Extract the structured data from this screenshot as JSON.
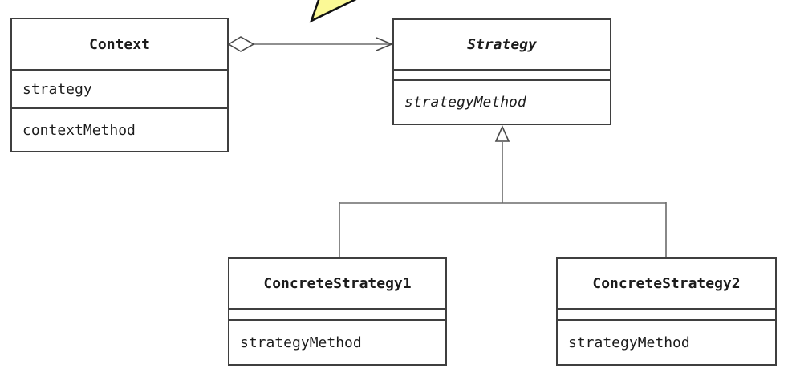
{
  "colors": {
    "background": "#ffffff",
    "box_border": "#3f3f3f",
    "connector": "#6b6b6b",
    "text": "#1c1c1c",
    "callout_fill": "#fbf996",
    "callout_border": "#111111"
  },
  "classes": {
    "context": {
      "name": "Context",
      "abstract": false,
      "attributes": [
        "strategy"
      ],
      "methods": [
        "contextMethod"
      ]
    },
    "strategy": {
      "name": "Strategy",
      "abstract": true,
      "attributes": [],
      "methods": [
        "strategyMethod"
      ]
    },
    "concrete1": {
      "name": "ConcreteStrategy1",
      "abstract": false,
      "attributes": [],
      "methods": [
        "strategyMethod"
      ]
    },
    "concrete2": {
      "name": "ConcreteStrategy2",
      "abstract": false,
      "attributes": [],
      "methods": [
        "strategyMethod"
      ]
    }
  },
  "relationships": {
    "aggregation": {
      "from": "Context",
      "to": "Strategy",
      "type": "aggregation-association"
    },
    "generalization1": {
      "from": "ConcreteStrategy1",
      "to": "Strategy",
      "type": "generalization"
    },
    "generalization2": {
      "from": "ConcreteStrategy2",
      "to": "Strategy",
      "type": "generalization"
    }
  }
}
